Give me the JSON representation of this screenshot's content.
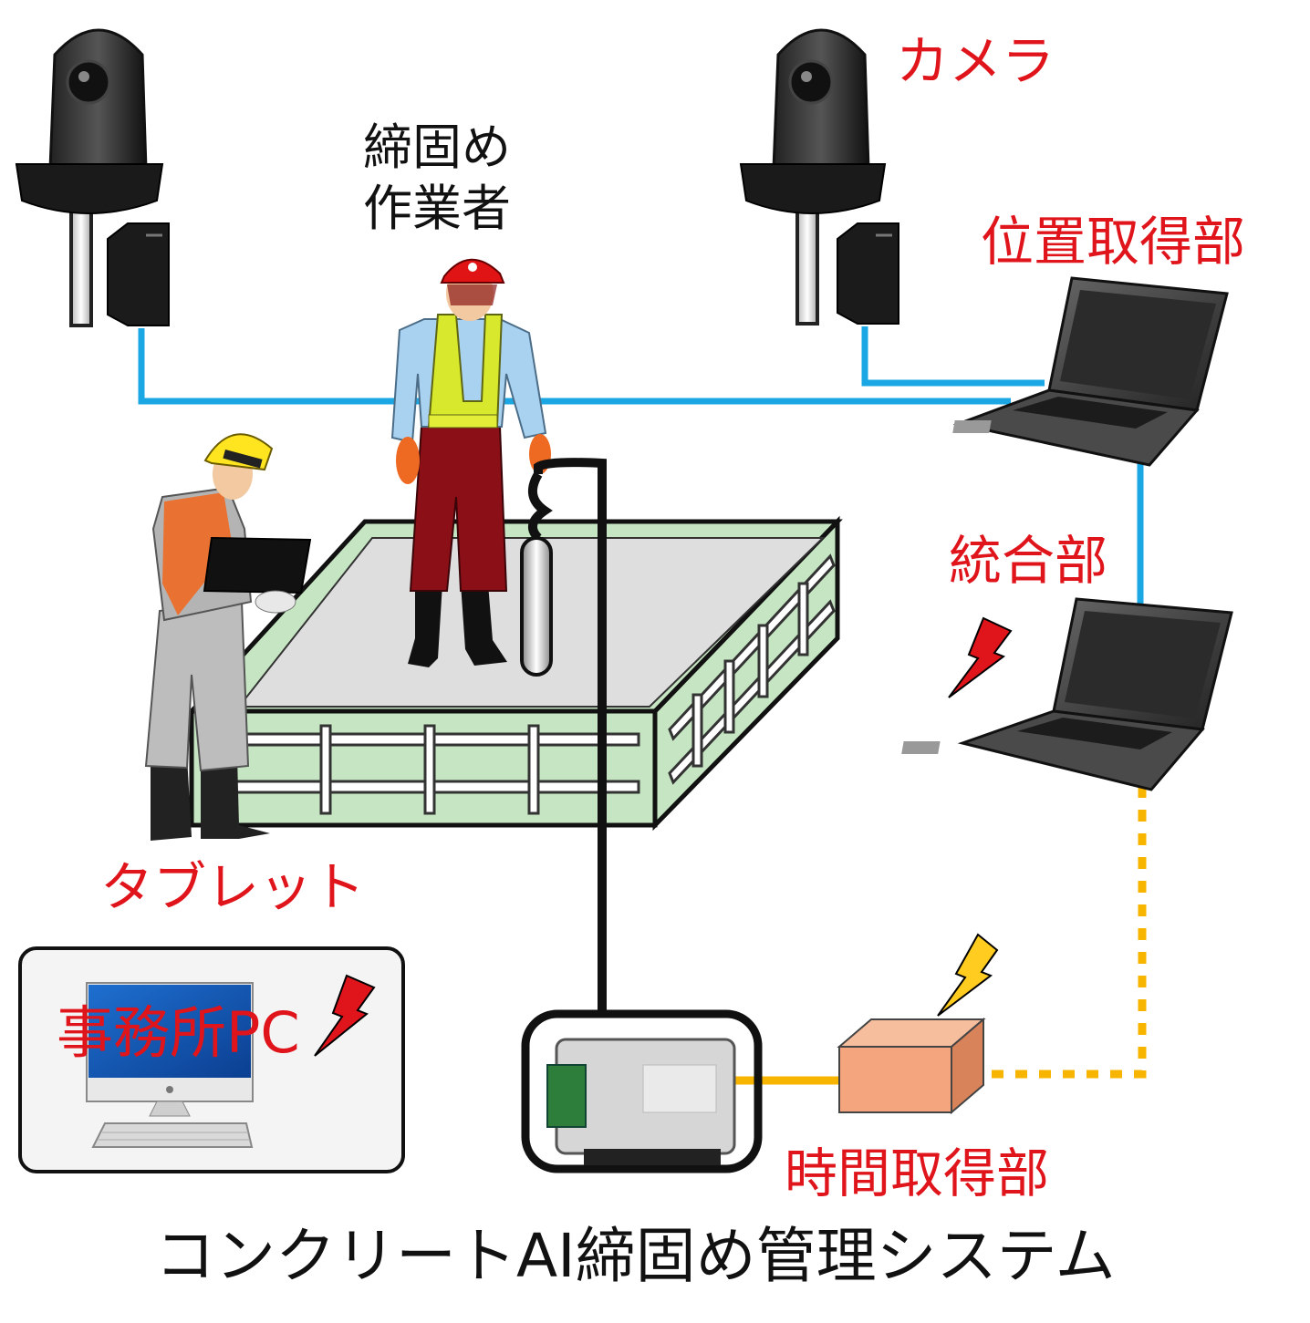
{
  "labels": {
    "camera": "カメラ",
    "position_unit": "位置取得部",
    "integration_unit": "統合部",
    "tablet": "タブレット",
    "office_pc": "事務所PC",
    "time_unit": "時間取得部",
    "worker_line1": "締固め",
    "worker_line2": "作業者",
    "title": "コンクリートAI締固め管理システム"
  },
  "colors": {
    "label_red": "#e0141b",
    "lan_cable": "#1aa7e3",
    "power_cable": "#f7b500",
    "formwork": "#c6e6c3",
    "concrete": "#dcdcdc",
    "box": "#f5a57e",
    "lightning": "#e0141b"
  }
}
